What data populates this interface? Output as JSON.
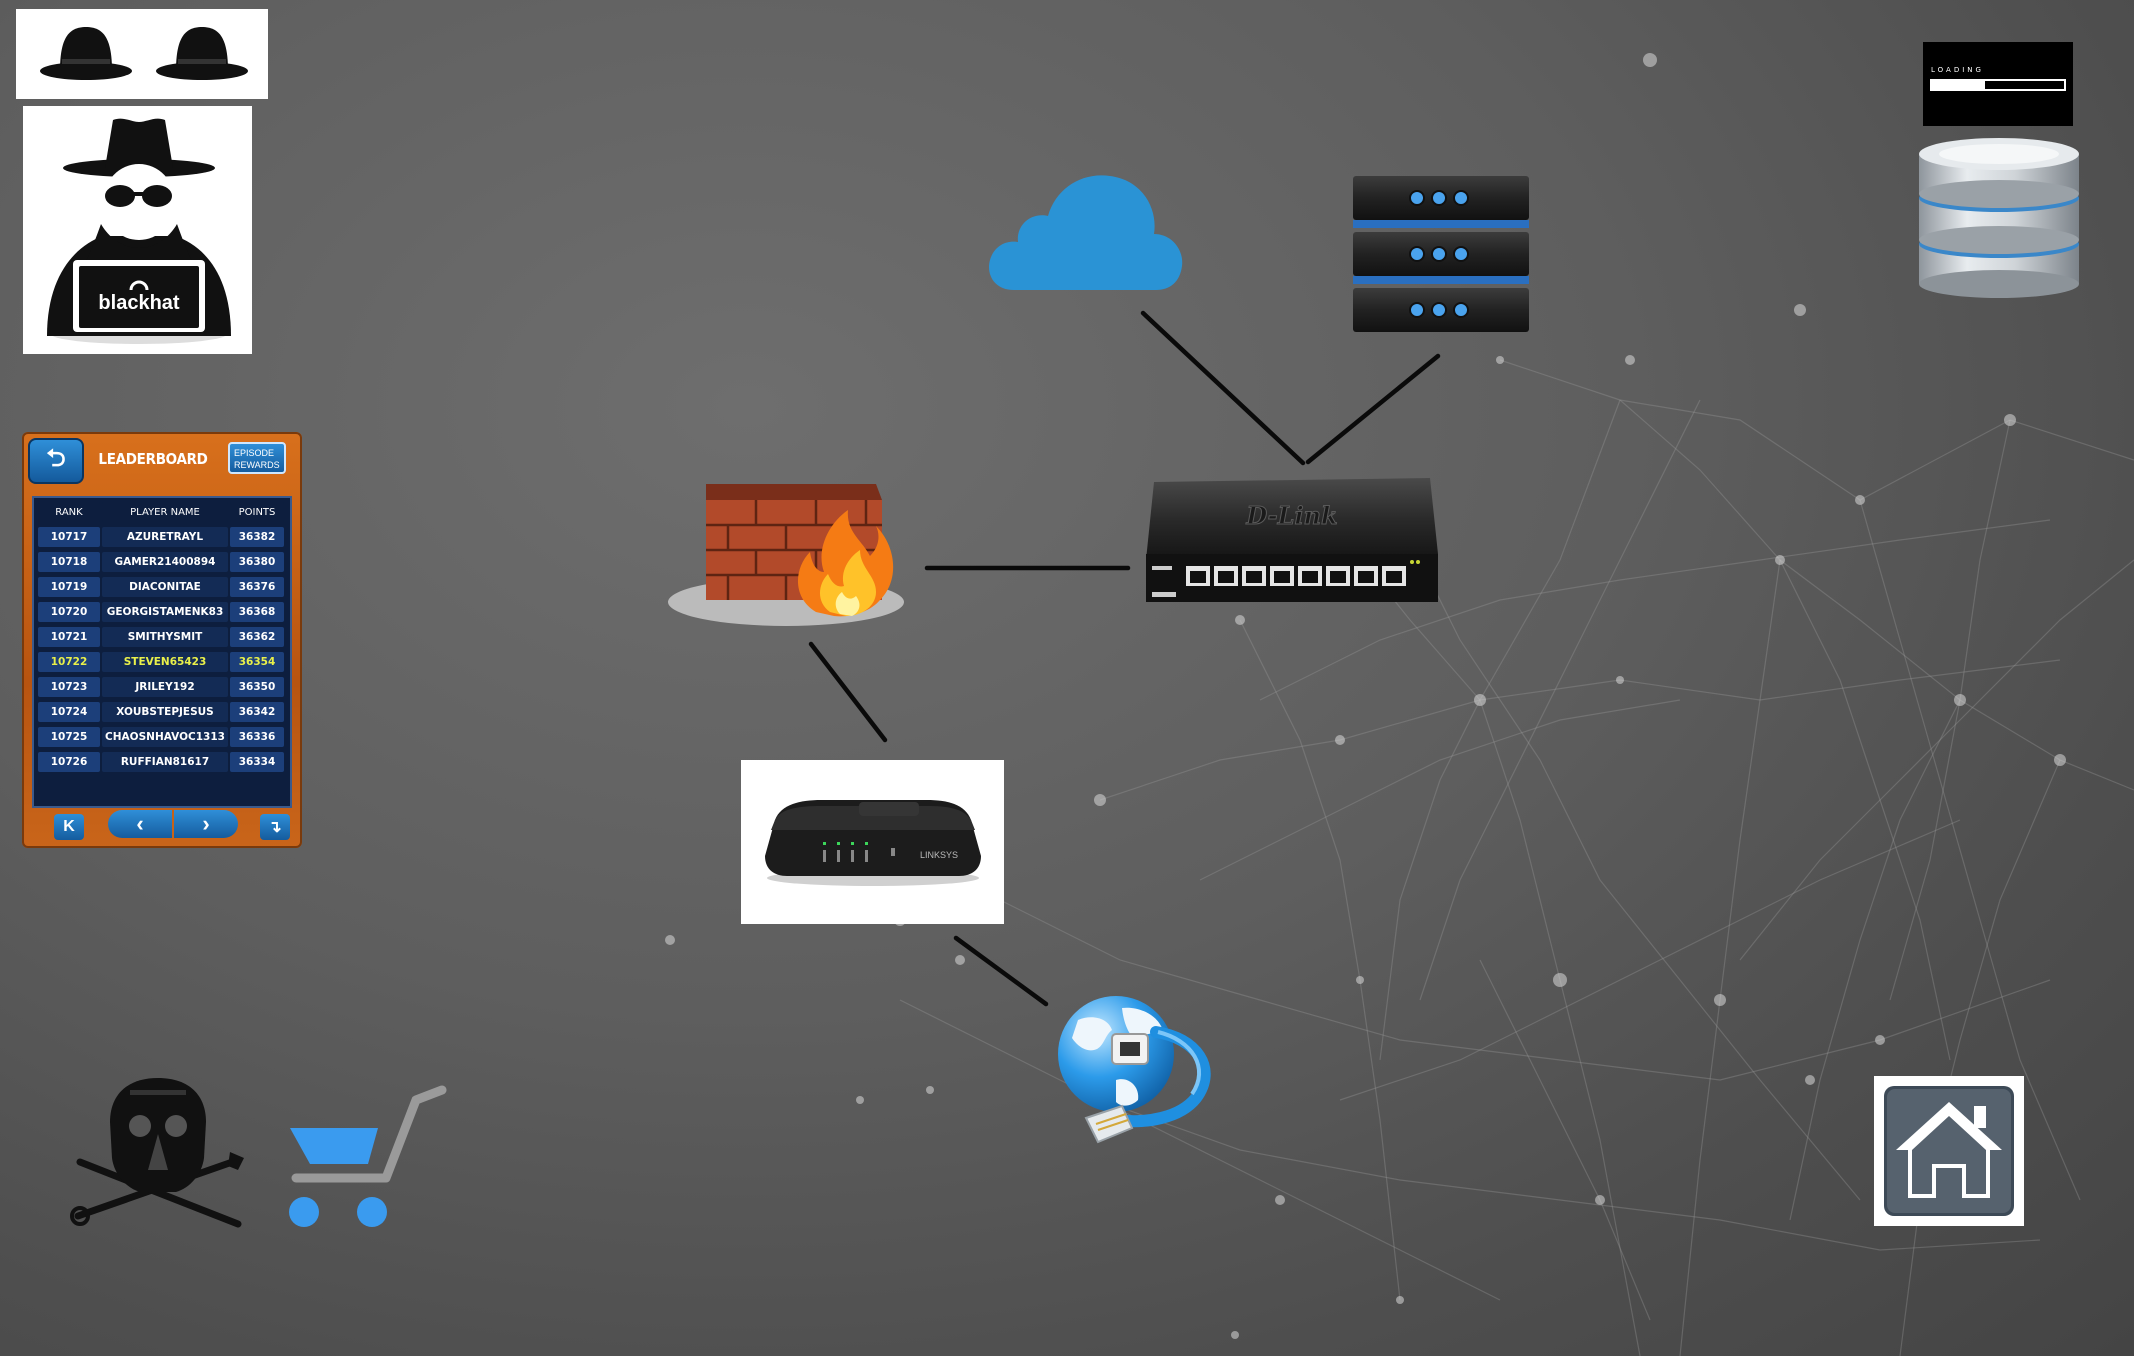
{
  "colors": {
    "background": "#5a5a5a",
    "cloud": "#2a93d5",
    "cart": "#3a9bef",
    "server_accent": "#2a6fc0",
    "leaderboard_orange": "#d26a1a",
    "leaderboard_blue": "#1c3f7a",
    "highlight_row": "#e9f04a"
  },
  "icons": {
    "hats": "bowler-hats-icon",
    "spy": "blackhat-hacker-icon",
    "loading": "loading-bar",
    "database": "database-icon",
    "cloud": "cloud-icon",
    "server": "server-rack-icon",
    "switch": "network-switch-icon",
    "firewall": "firewall-icon",
    "router": "router-icon",
    "internet": "globe-ethernet-icon",
    "hacker_tools": "hacker-mask-tools-icon",
    "shop": "shopping-cart-icon",
    "home": "home-icon"
  },
  "spy_logo_text": "blackhat",
  "switch_brand": "D-Link",
  "router_brand": "LINKSYS",
  "loading": {
    "label": "LOADING",
    "progress": 0.4
  },
  "leaderboard": {
    "title": "LEADERBOARD",
    "episode_rewards": "EPISODE REWARDS",
    "columns": {
      "rank": "RANK",
      "player": "PLAYER NAME",
      "points": "POINTS"
    },
    "rows": [
      {
        "rank": "10717",
        "player": "AZURETRAYL",
        "points": "36382"
      },
      {
        "rank": "10718",
        "player": "GAMER21400894",
        "points": "36380"
      },
      {
        "rank": "10719",
        "player": "DIACONITAE",
        "points": "36376"
      },
      {
        "rank": "10720",
        "player": "GEORGISTAMENK83",
        "points": "36368"
      },
      {
        "rank": "10721",
        "player": "SMITHYSMIT",
        "points": "36362"
      },
      {
        "rank": "10722",
        "player": "STEVEN65423",
        "points": "36354",
        "highlight": true
      },
      {
        "rank": "10723",
        "player": "JRILEY192",
        "points": "36350"
      },
      {
        "rank": "10724",
        "player": "XOUBSTEPJESUS",
        "points": "36342"
      },
      {
        "rank": "10725",
        "player": "CHAOSNHAVOC1313",
        "points": "36336"
      },
      {
        "rank": "10726",
        "player": "RUFFIAN81617",
        "points": "36334"
      }
    ]
  }
}
